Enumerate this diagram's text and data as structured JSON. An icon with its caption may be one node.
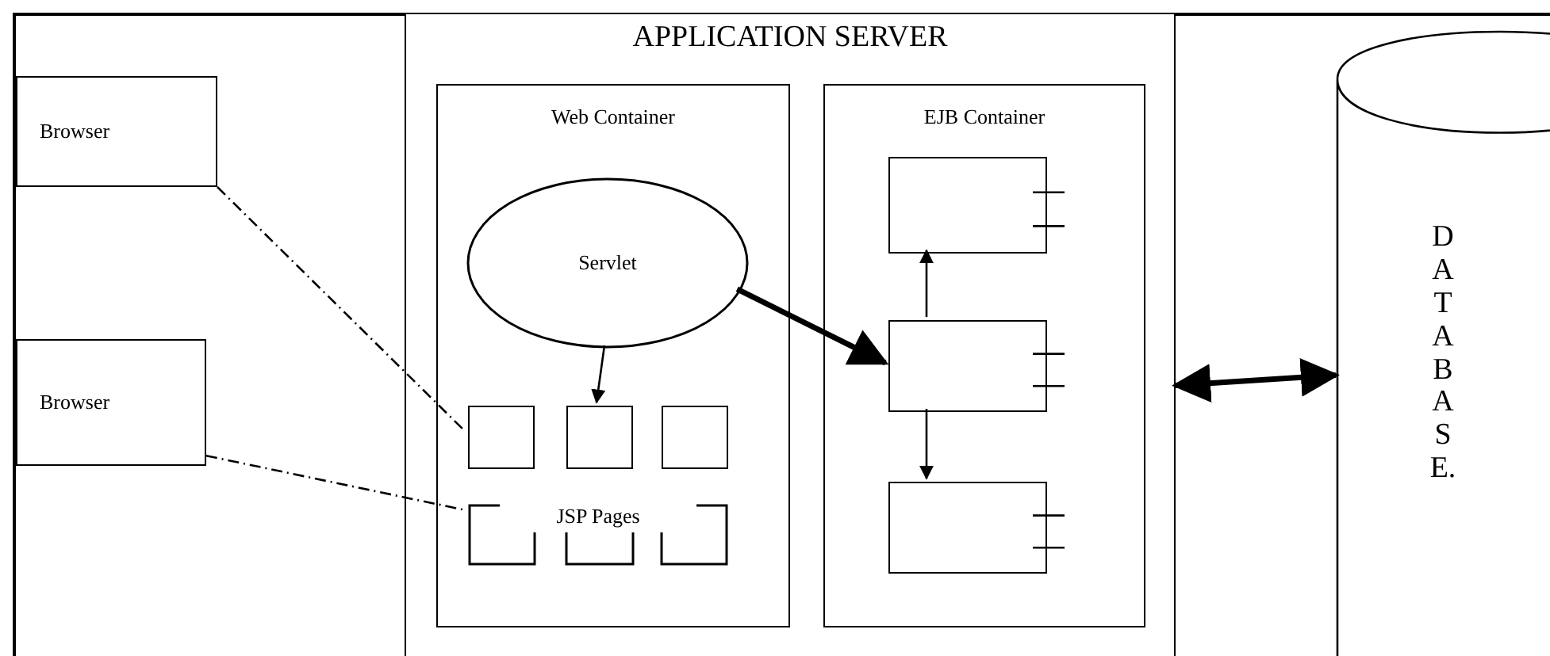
{
  "diagram": {
    "nodes": [
      {
        "text": [
          "Browser"
        ]
      },
      {
        "text": [
          "Browser"
        ]
      },
      {
        "text": [
          "APPLICATION SERVER"
        ]
      },
      {
        "text": [
          "Web Container"
        ],
        "in": 2
      },
      {
        "text": [
          "Servlet"
        ],
        "in": 3
      },
      {
        "text": [],
        "shape": "box",
        "in": 3
      },
      {
        "text": [],
        "shape": "box",
        "in": 3
      },
      {
        "text": [],
        "shape": "box",
        "in": 3
      },
      {
        "text": [
          "JSP Pages"
        ],
        "in": 3
      },
      {
        "text": [
          "EJB Container"
        ],
        "in": 2
      },
      {
        "text": [],
        "shape": "box",
        "in": 9
      },
      {
        "text": [],
        "shape": "box",
        "in": 9
      },
      {
        "text": [],
        "shape": "box",
        "in": 9
      },
      {
        "text": [
          "DATABASE."
        ]
      }
    ],
    "edges": [
      {
        "from": 0,
        "to": 5,
        "arrow": "none",
        "style": "dashed"
      },
      {
        "from": 1,
        "to": 8,
        "arrow": "none",
        "style": "dashed"
      },
      {
        "from": 4,
        "to": 6,
        "arrow": "to"
      },
      {
        "from": 4,
        "to": 11,
        "arrow": "to",
        "style": "thick"
      },
      {
        "from": 11,
        "to": 10,
        "arrow": "to"
      },
      {
        "from": 11,
        "to": 12,
        "arrow": "to"
      },
      {
        "from": 2,
        "to": 13,
        "arrow": "both",
        "style": "thick"
      }
    ]
  }
}
